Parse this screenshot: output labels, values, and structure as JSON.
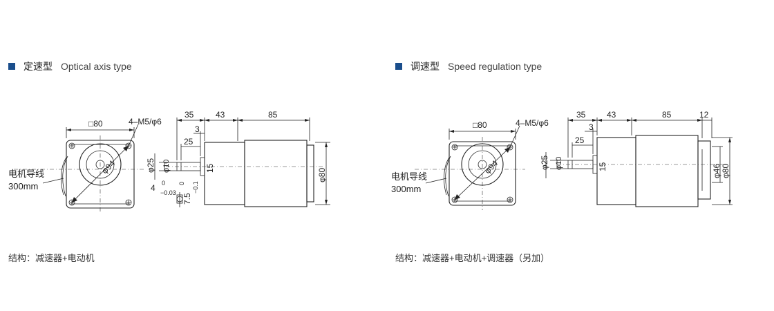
{
  "colors": {
    "accent": "#1a4e8c",
    "line": "#222222",
    "body_fill": "#f2f2f2"
  },
  "left": {
    "title_cn": "定速型",
    "title_en": "Optical axis type",
    "structure": "结构：减速器+电动机",
    "wire_label_1": "电机导线",
    "wire_label_2": "300mm",
    "dims": {
      "square": "□80",
      "holes": "4–M5/φ6",
      "pcd": "φ94",
      "d35": "35",
      "d43": "43",
      "d85": "85",
      "d3": "3",
      "d25": "25",
      "shaft_d": "φ25",
      "shaft_d2": "φ10",
      "key": "15",
      "body_d": "φ80",
      "key_w": "4",
      "key_w_tol_top": "0",
      "key_w_tol_bot": "−0.03",
      "key_h": "7.5",
      "key_h_tol_top": "0",
      "key_h_tol_bot": "−0.1"
    }
  },
  "right": {
    "title_cn": "调速型",
    "title_en": "Speed regulation type",
    "structure": "结构：减速器+电动机+调速器（另加）",
    "wire_label_1": "电机导线",
    "wire_label_2": "300mm",
    "dims": {
      "square": "□80",
      "holes": "4–M5/φ6",
      "pcd": "φ94",
      "d35": "35",
      "d43": "43",
      "d85": "85",
      "d12": "12",
      "d3": "3",
      "d25": "25",
      "shaft_d": "φ25",
      "shaft_d2": "φ10",
      "key": "15",
      "body_d1": "φ46",
      "body_d2": "φ80"
    }
  }
}
